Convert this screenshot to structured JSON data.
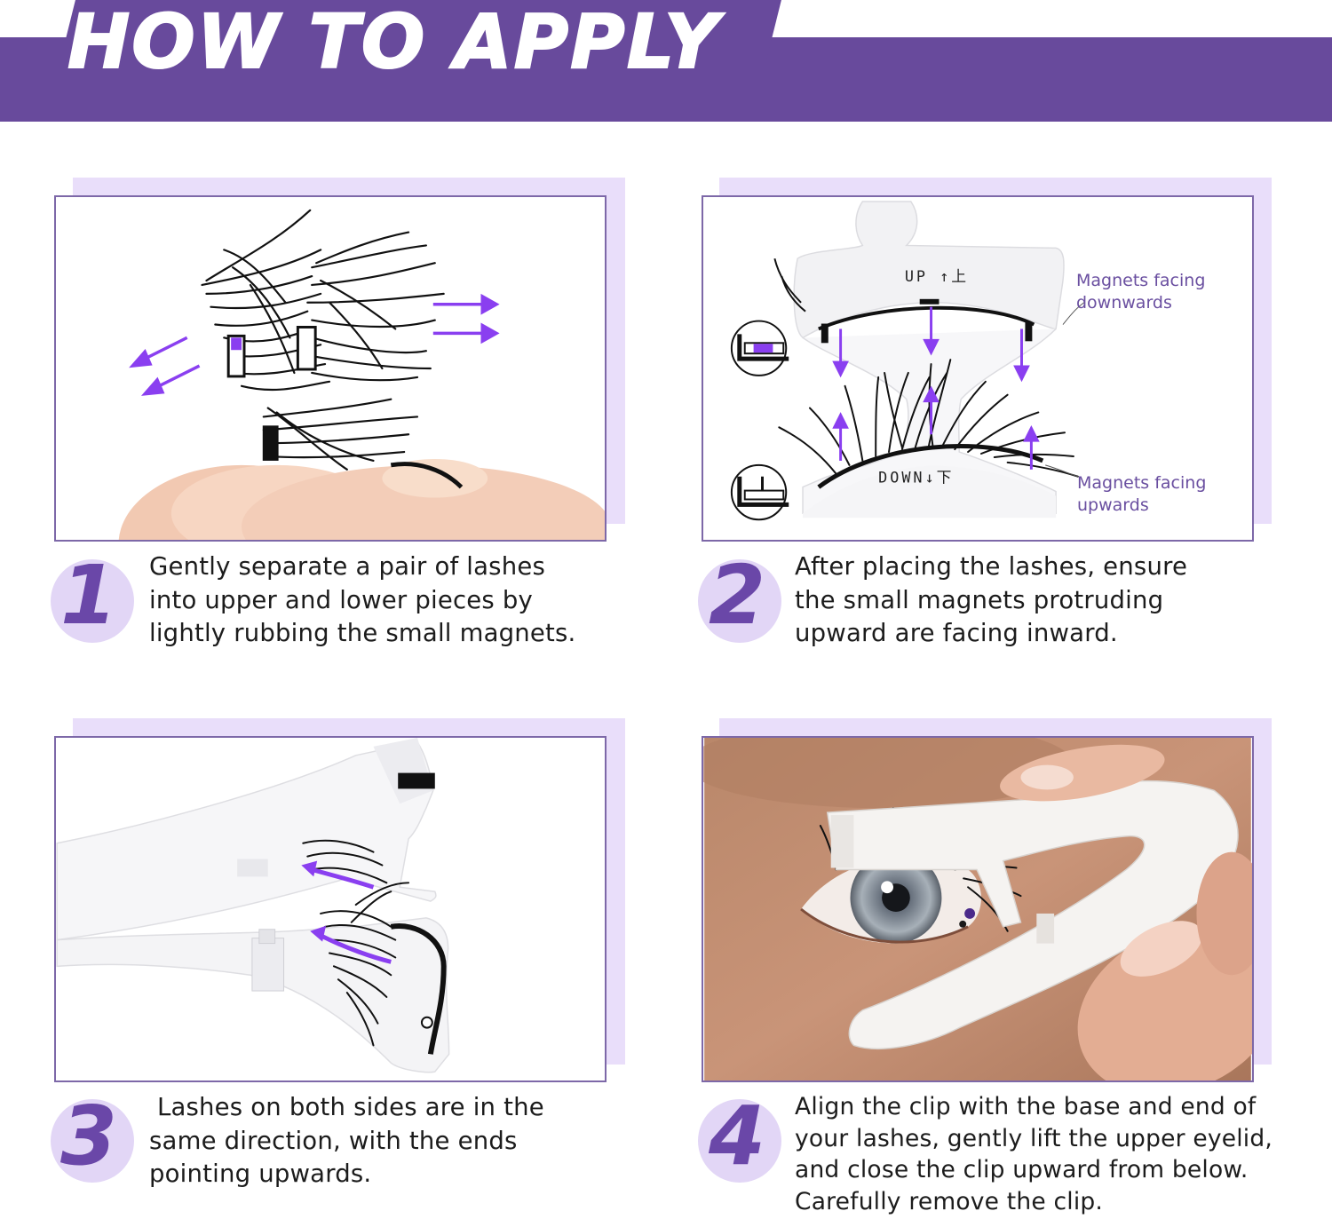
{
  "header": {
    "title": "HOW TO APPLY"
  },
  "colors": {
    "brand_purple": "#684a9c",
    "panel_shadow": "#e9defa",
    "number_circle": "#e2d6f6",
    "arrow_purple": "#8a3ff0"
  },
  "steps": [
    {
      "number": "1",
      "text": "Gently separate a pair of lashes\ninto upper and lower pieces by\nlightly rubbing the small magnets."
    },
    {
      "number": "2",
      "text": "After placing the lashes, ensure\nthe small magnets protruding\nupward are facing inward.",
      "annotations": {
        "upper": "Magnets facing\ndownwards",
        "lower": "Magnets facing\nupwards",
        "clip_top_label": "UP ↑上",
        "clip_bottom_label": "DOWN↓下"
      }
    },
    {
      "number": "3",
      "text": " Lashes on both sides are in the\nsame direction, with the ends\npointing upwards."
    },
    {
      "number": "4",
      "text": "Align the clip with the base and end of\nyour lashes, gently lift the upper eyelid,\nand close the clip upward from below.\nCarefully remove the clip."
    }
  ]
}
